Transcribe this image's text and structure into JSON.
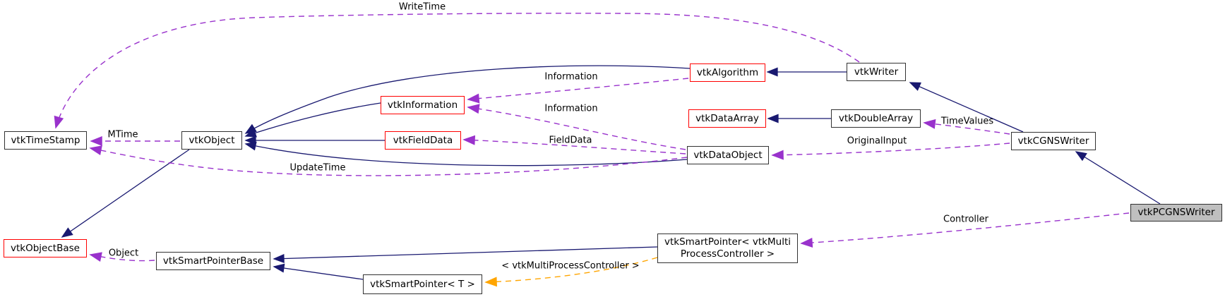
{
  "nodes": {
    "vtkTimeStamp": {
      "label": "vtkTimeStamp"
    },
    "vtkObject": {
      "label": "vtkObject"
    },
    "vtkObjectBase": {
      "label": "vtkObjectBase"
    },
    "vtkSmartPointerBase": {
      "label": "vtkSmartPointerBase"
    },
    "vtkSmartPointerT": {
      "label": "vtkSmartPointer< T >"
    },
    "vtkInformation": {
      "label": "vtkInformation"
    },
    "vtkFieldData": {
      "label": "vtkFieldData"
    },
    "vtkAlgorithm": {
      "label": "vtkAlgorithm"
    },
    "vtkDataArray": {
      "label": "vtkDataArray"
    },
    "vtkDataObject": {
      "label": "vtkDataObject"
    },
    "vtkWriter": {
      "label": "vtkWriter"
    },
    "vtkDoubleArray": {
      "label": "vtkDoubleArray"
    },
    "vtkCGNSWriter": {
      "label": "vtkCGNSWriter"
    },
    "vtkPCGNSWriter": {
      "label": "vtkPCGNSWriter"
    },
    "vtkSmartPointerMulti": {
      "lines": [
        "vtkSmartPointer< vtkMulti",
        "ProcessController >"
      ]
    }
  },
  "edge_labels": {
    "write_time": "WriteTime",
    "m_time": "MTime",
    "information_algorithm": "Information",
    "information_dataobject": "Information",
    "field_data": "FieldData",
    "update_time": "UpdateTime",
    "original_input": "OriginalInput",
    "time_values": "TimeValues",
    "controller": "Controller",
    "object": "Object",
    "template_args": "< vtkMultiProcessController >"
  },
  "colors": {
    "inheritance": "#191970",
    "usage": "#9932cc",
    "template_relation": "#ffa500",
    "highlight_border": "#ff0000",
    "node_border": "#323232",
    "node_fill": "#ffffff",
    "current_node_fill": "#bfbfbf"
  }
}
